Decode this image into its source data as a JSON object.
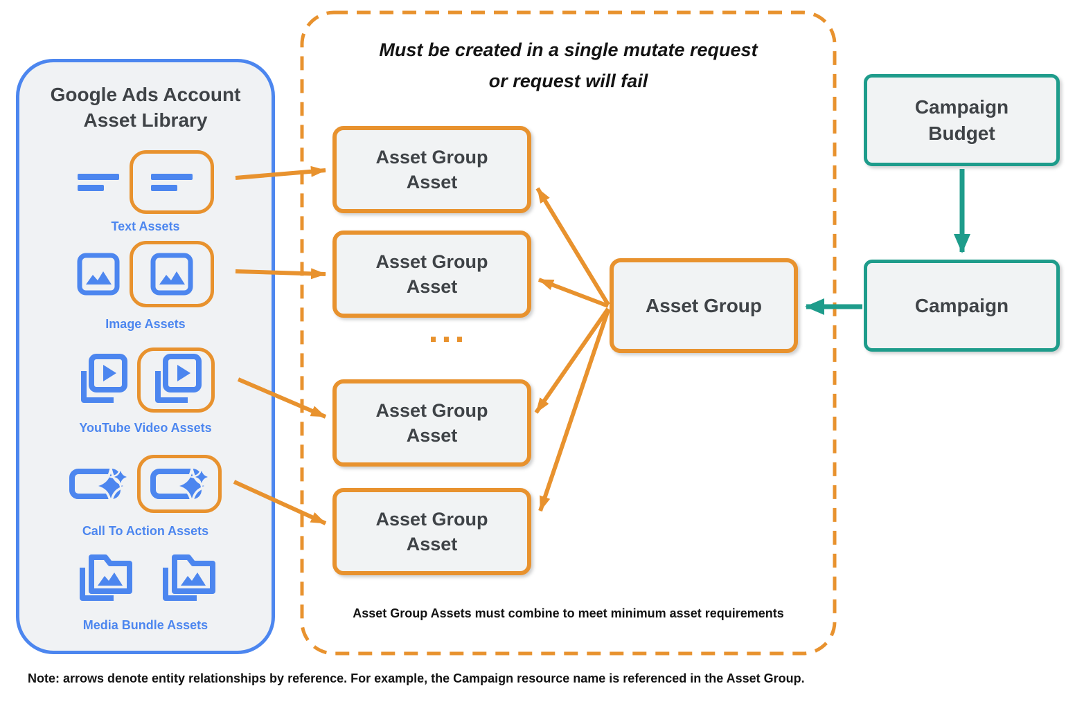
{
  "colors": {
    "orange": "#E8922E",
    "teal": "#1E9C8B",
    "blue": "#4C86EF",
    "panel_bg": "#F0F2F4",
    "box_bg": "#F1F3F4",
    "dark_text": "#3F4347",
    "black_text": "#131313"
  },
  "left_panel": {
    "title": "Google Ads Account\nAsset Library",
    "items": [
      {
        "label": "Text Assets",
        "icon": "text-asset-icon",
        "highlighted": true
      },
      {
        "label": "Image Assets",
        "icon": "image-asset-icon",
        "highlighted": true
      },
      {
        "label": "YouTube Video  Assets",
        "icon": "youtube-video-asset-icon",
        "highlighted": true
      },
      {
        "label": "Call To Action Assets",
        "icon": "call-to-action-asset-icon",
        "highlighted": true
      },
      {
        "label": "Media Bundle  Assets",
        "icon": "media-bundle-asset-icon",
        "highlighted": false
      }
    ]
  },
  "mutate_container": {
    "title": "Must be created in a single mutate request\nor request will fail",
    "asset_group_asset_boxes": [
      {
        "label": "Asset Group\nAsset"
      },
      {
        "label": "Asset Group\nAsset"
      },
      {
        "label": "Asset Group\nAsset"
      },
      {
        "label": "Asset Group\nAsset"
      }
    ],
    "ellipsis": "...",
    "asset_group": {
      "label": "Asset Group"
    },
    "footer": "Asset Group Assets must combine to meet minimum asset requirements"
  },
  "campaign_flow": {
    "campaign_budget": {
      "label": "Campaign\nBudget"
    },
    "campaign": {
      "label": "Campaign"
    }
  },
  "note": "Note: arrows denote entity relationships by reference. For example, the Campaign resource name is referenced in the Asset Group."
}
